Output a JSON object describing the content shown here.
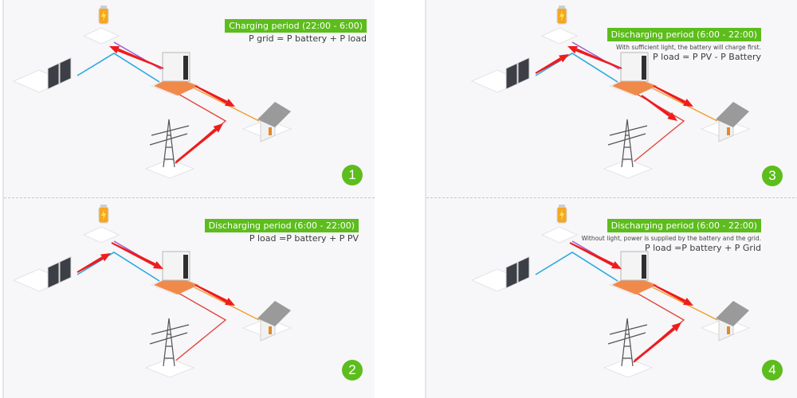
{
  "panels": [
    {
      "step": "1",
      "title": "Charging period (22:00 - 6:00)",
      "note": "",
      "formula": "P grid = P battery + P load",
      "flows": [
        "inverter-to-battery",
        "inverter-to-house",
        "grid-to-inverter"
      ]
    },
    {
      "step": "2",
      "title": "Discharging period (6:00 - 22:00)",
      "note": "",
      "formula": "P load =P battery + P PV",
      "flows": [
        "pv-to-junction",
        "battery-to-inverter",
        "inverter-to-house"
      ]
    },
    {
      "step": "3",
      "title": "Discharging period (6:00 - 22:00)",
      "note": "With sufficient light, the battery will charge first.",
      "formula": "P load = P PV - P Battery",
      "flows": [
        "pv-to-junction",
        "inverter-to-battery",
        "inverter-to-house",
        "inverter-to-grid"
      ]
    },
    {
      "step": "4",
      "title": "Discharging period (6:00 - 22:00)",
      "note": "Without light, power is supplied by the battery and the grid.",
      "formula": "P load =P battery + P Grid",
      "flows": [
        "battery-to-inverter",
        "inverter-to-house",
        "grid-to-inverter"
      ]
    }
  ],
  "colors": {
    "accent_green": "#5cbd1c",
    "arrow_red": "#ee1c1c",
    "pv_line_blue": "#2aa9e0",
    "grid_line_red": "#e2463d",
    "load_line_orange": "#f0a030",
    "battery_line_purple": "#9b59d0"
  }
}
